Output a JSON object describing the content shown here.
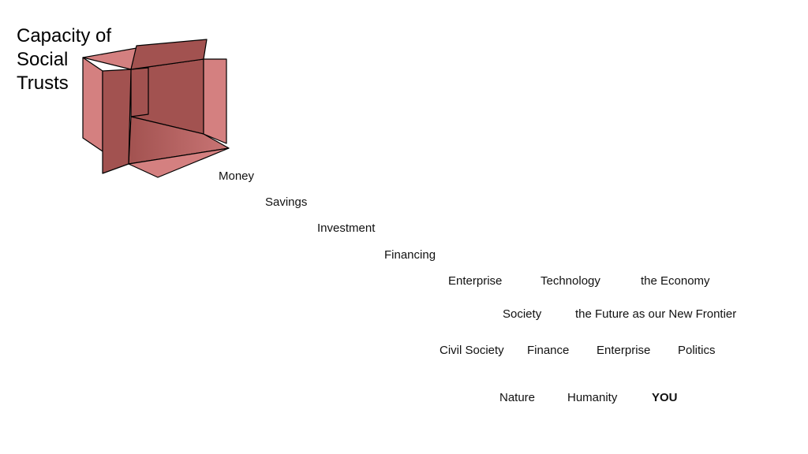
{
  "title": "Capacity of\nSocial\nTrusts",
  "colors": {
    "box_light": "#d48080",
    "box_dark": "#a25250",
    "box_outline": "#000000"
  },
  "steps": [
    "Money",
    "Savings",
    "Investment",
    "Financing"
  ],
  "row_economy": [
    "Enterprise",
    "Technology",
    "the Economy"
  ],
  "row_society": [
    "Society",
    "the Future as our New Frontier"
  ],
  "row_institutions": [
    "Civil Society",
    "Finance",
    "Enterprise",
    "Politics"
  ],
  "row_world": [
    "Nature",
    "Humanity",
    "YOU"
  ]
}
